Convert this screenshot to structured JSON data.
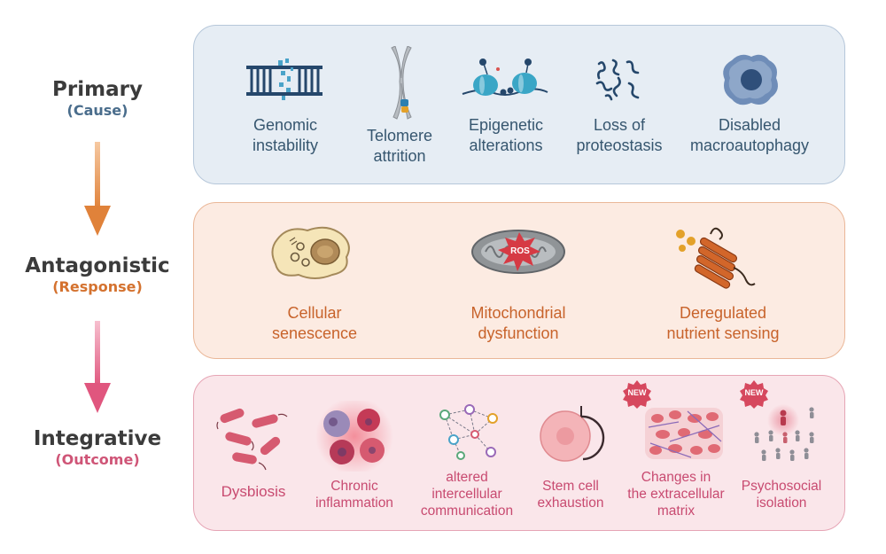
{
  "tiers": {
    "primary": {
      "title": "Primary",
      "subtitle": "(Cause)",
      "color": "#4a6d8c",
      "items": [
        {
          "line1": "Genomic",
          "line2": "instability",
          "icon": "dna-damage-icon"
        },
        {
          "line1": "Telomere",
          "line2": "attrition",
          "icon": "chromosome-icon"
        },
        {
          "line1": "Epigenetic",
          "line2": "alterations",
          "icon": "nucleosome-icon"
        },
        {
          "line1": "Loss of",
          "line2": "proteostasis",
          "icon": "protein-aggregate-icon"
        },
        {
          "line1": "Disabled",
          "line2": "macroautophagy",
          "icon": "autophagy-cell-icon"
        }
      ]
    },
    "antagonistic": {
      "title": "Antagonistic",
      "subtitle": "(Response)",
      "color": "#d4722f",
      "items": [
        {
          "line1": "Cellular",
          "line2": "senescence",
          "icon": "senescent-cell-icon"
        },
        {
          "line1": "Mitochondrial",
          "line2": "dysfunction",
          "icon": "mitochondrion-ros-icon",
          "badge": "ROS"
        },
        {
          "line1": "Deregulated",
          "line2": "nutrient sensing",
          "icon": "receptor-nutrient-icon"
        }
      ]
    },
    "integrative": {
      "title": "Integrative",
      "subtitle": "(Outcome)",
      "color": "#cf5577",
      "new_label": "NEW",
      "items": [
        {
          "line1": "Dysbiosis",
          "icon": "bacteria-icon"
        },
        {
          "line1": "Chronic",
          "line2": "inflammation",
          "icon": "inflammation-cells-icon"
        },
        {
          "line1": "altered",
          "line2": "intercellular",
          "line3": "communication",
          "icon": "network-icon"
        },
        {
          "line1": "Stem cell",
          "line2": "exhaustion",
          "icon": "stem-cell-icon"
        },
        {
          "line1": "Changes in",
          "line2": "the extracellular",
          "line3": "matrix",
          "icon": "ecm-icon",
          "is_new": true
        },
        {
          "line1": "Psychosocial",
          "line2": "isolation",
          "icon": "isolated-person-icon",
          "is_new": true
        }
      ]
    }
  },
  "colors": {
    "primary_panel": "#e6edf4",
    "antagonistic_panel": "#fcebe2",
    "integrative_panel": "#fae6ea",
    "arrow_orange": "#e58a3f",
    "arrow_pink": "#e15c82"
  }
}
